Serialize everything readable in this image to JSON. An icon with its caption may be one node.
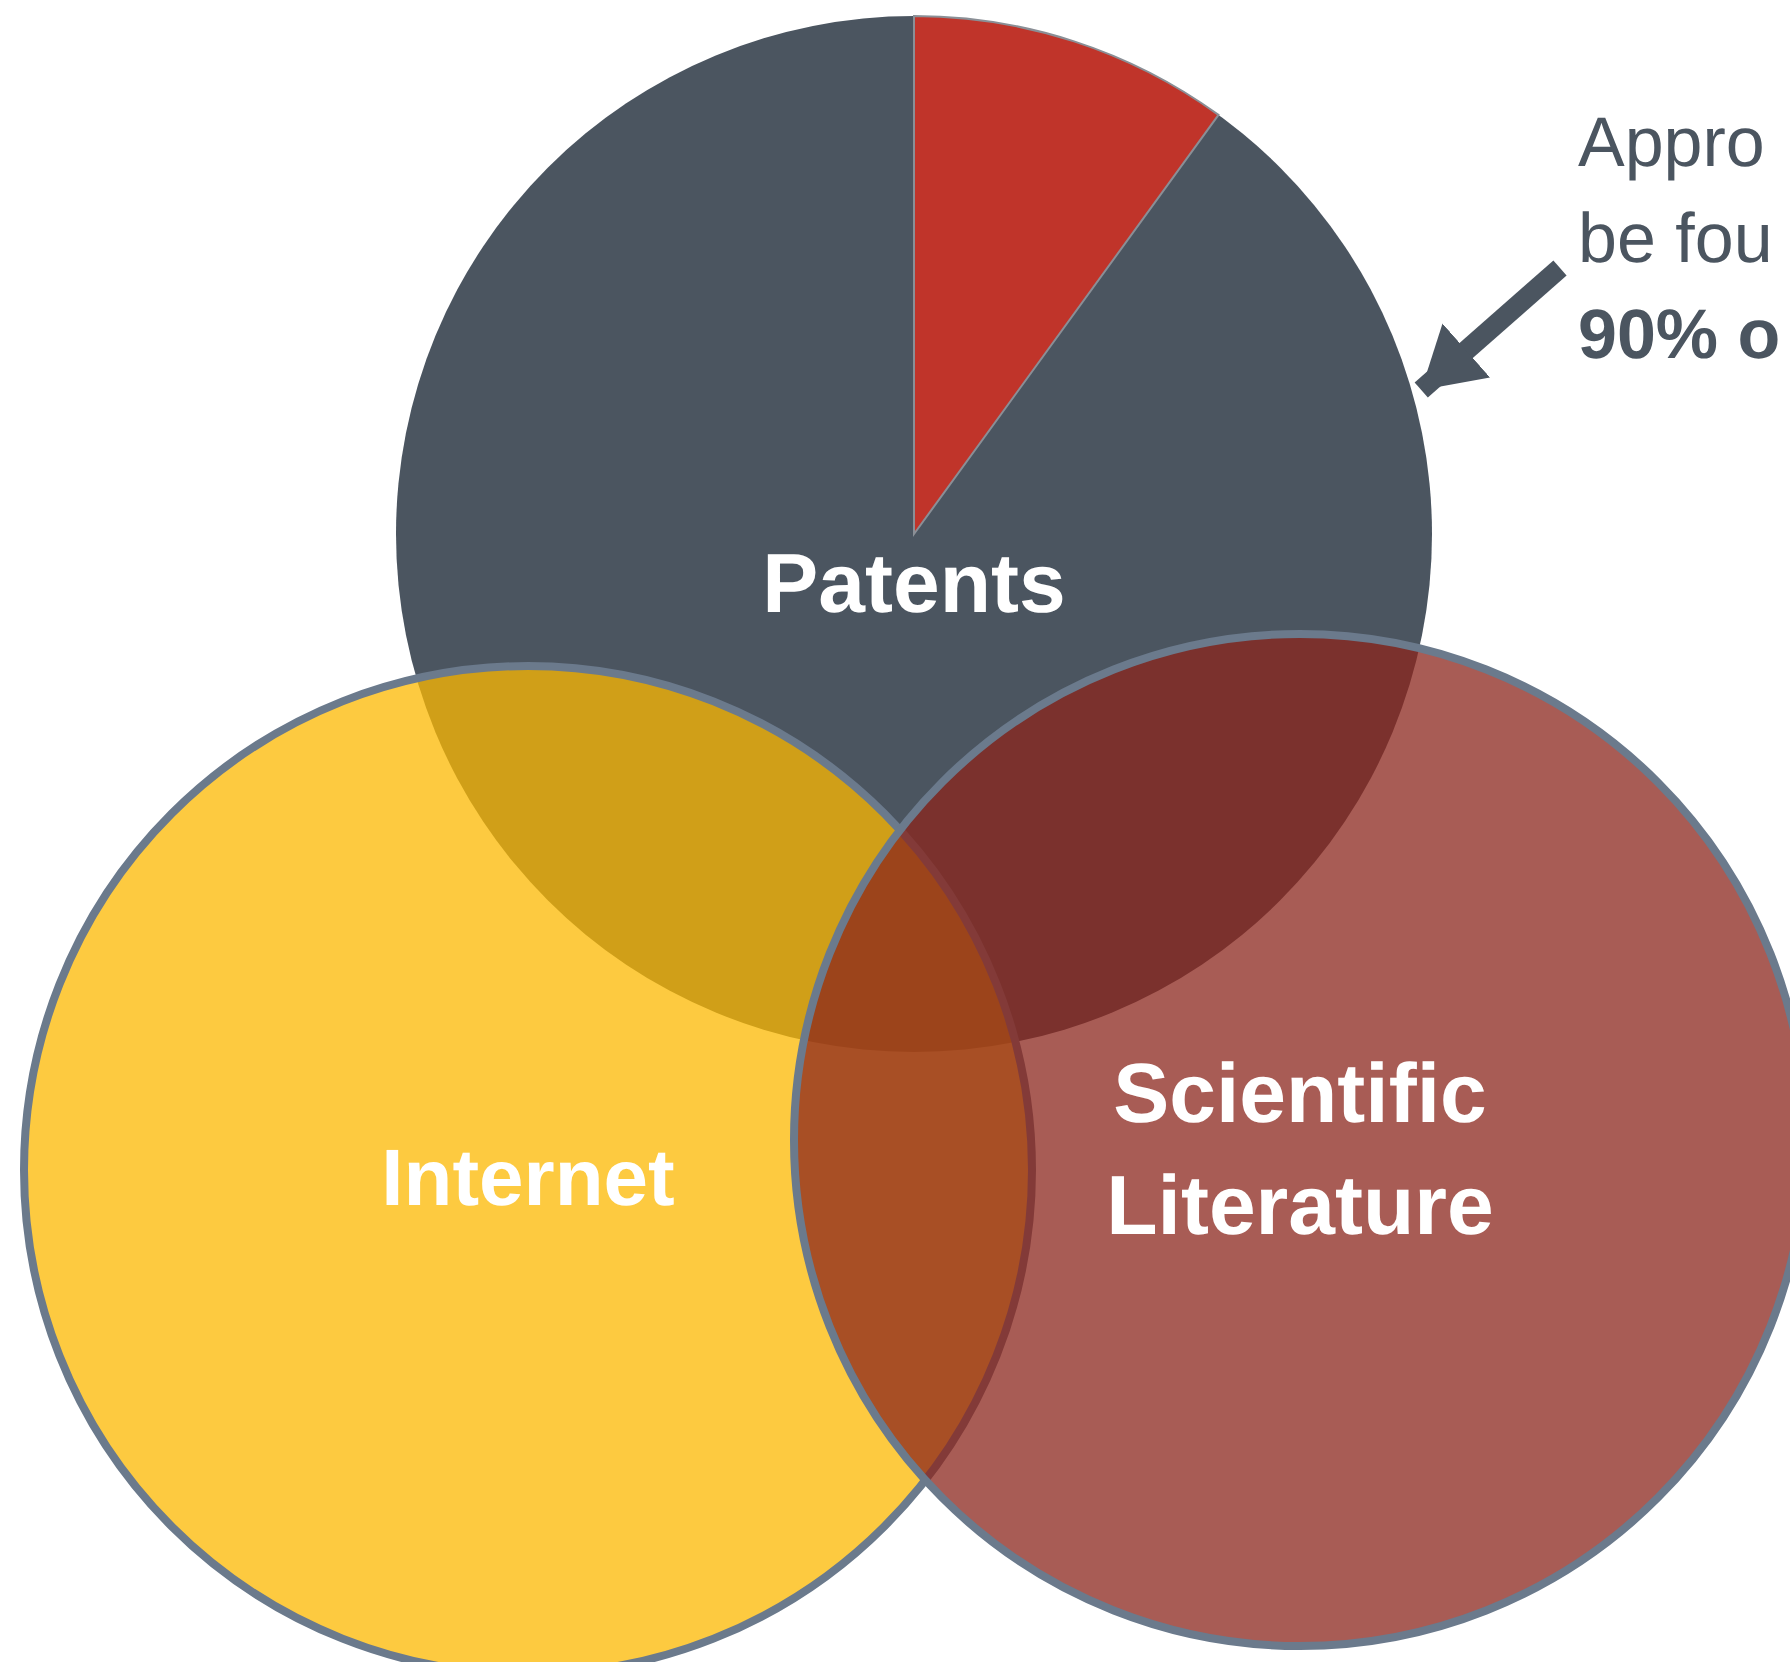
{
  "diagram": {
    "nodes": [
      {
        "text": [
          "Patents"
        ]
      },
      {
        "text": [
          "Internet"
        ]
      },
      {
        "text": [
          "Scientific Literature"
        ]
      },
      {
        "text": [
          "Appro be fou **90% o**"
        ]
      }
    ],
    "edges": [
      {
        "from": 3,
        "to": 0,
        "arrow": "to"
      }
    ]
  }
}
